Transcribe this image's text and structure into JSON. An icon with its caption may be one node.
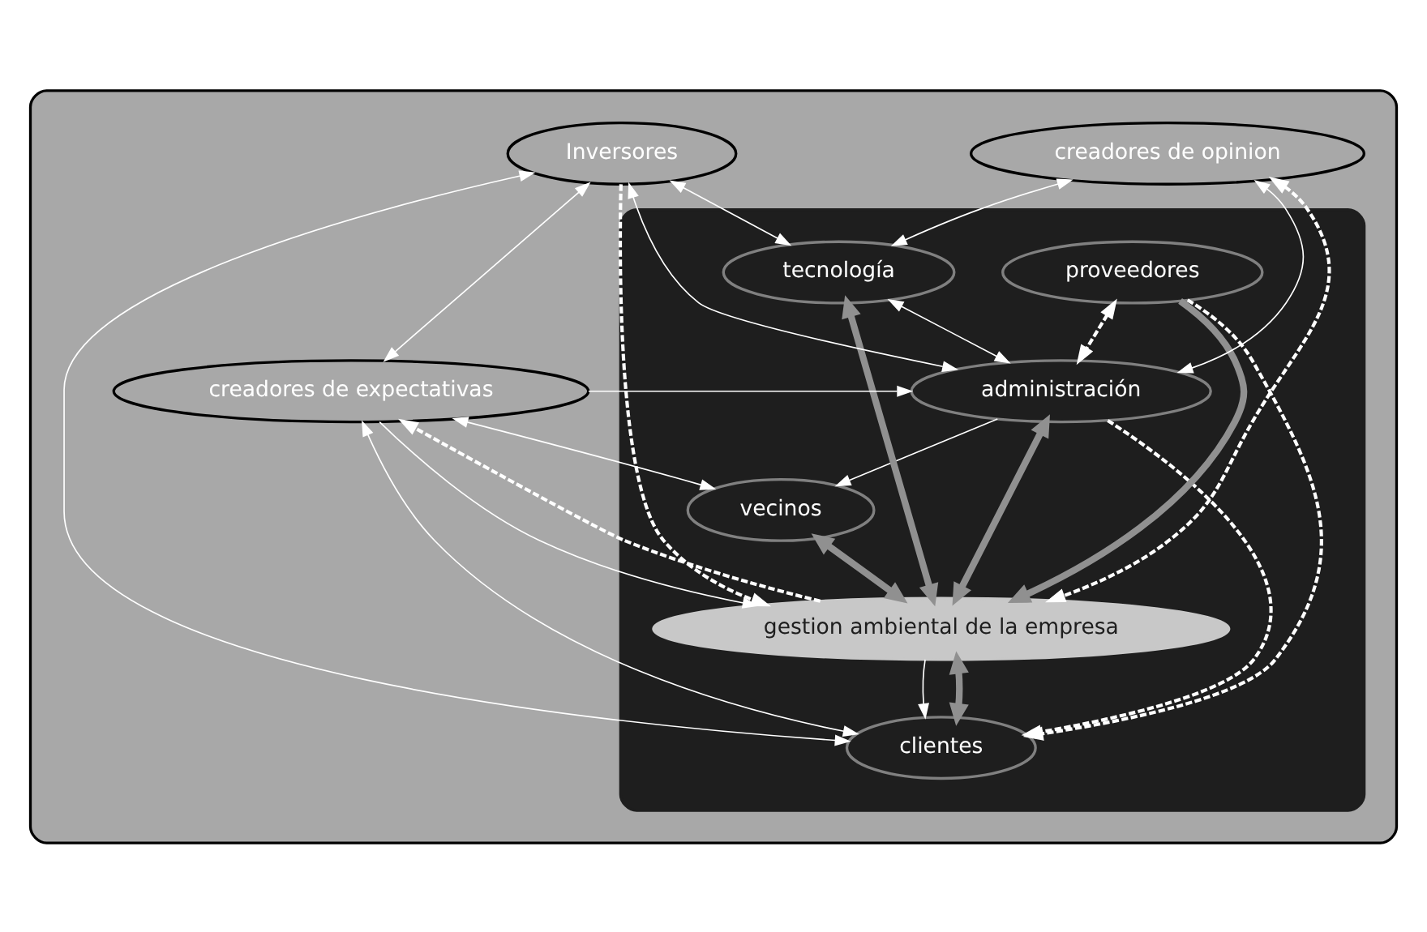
{
  "diagram": {
    "nodes": [
      {
        "text": [],
        "shape": "ellipse"
      },
      {
        "text": [],
        "shape": "ellipse",
        "in": 0
      },
      {
        "text": [
          "creadores de expectativas"
        ],
        "in": 0
      },
      {
        "text": [
          "Inversores"
        ],
        "in": 0
      },
      {
        "text": [
          "administración"
        ],
        "in": 1
      },
      {
        "text": [
          "gestion ambiental de la empresa"
        ],
        "in": 1
      },
      {
        "text": [
          "proveedores"
        ],
        "in": 1
      },
      {
        "text": [
          "clientes"
        ],
        "in": 1
      },
      {
        "text": [
          "tecnología"
        ],
        "in": 1
      },
      {
        "text": [
          "vecinos"
        ],
        "in": 1
      },
      {
        "text": [
          "creadores de opinion"
        ],
        "in": 0
      }
    ],
    "edges": [
      {
        "from": 3,
        "to": 2,
        "arrow": "both"
      },
      {
        "from": 3,
        "to": 4,
        "arrow": "both"
      },
      {
        "from": 2,
        "to": 4,
        "arrow": "to"
      },
      {
        "from": 3,
        "to": 5,
        "arrow": "to",
        "style": "dashed"
      },
      {
        "from": 3,
        "to": 7,
        "arrow": "both"
      },
      {
        "from": 3,
        "to": 8,
        "arrow": "both"
      },
      {
        "from": 6,
        "to": 4,
        "arrow": "both",
        "style": "dashed"
      },
      {
        "from": 8,
        "to": 4,
        "arrow": "both"
      },
      {
        "from": 6,
        "to": 7,
        "arrow": "to",
        "style": "dashed"
      },
      {
        "from": 4,
        "to": 5,
        "arrow": "both",
        "style": "thick",
        "color": "#909090"
      },
      {
        "from": 6,
        "to": 5,
        "arrow": "to",
        "style": "thick",
        "color": "#909090"
      },
      {
        "from": 7,
        "to": 5,
        "arrow": "both",
        "style": "thick",
        "color": "#909090"
      },
      {
        "from": 8,
        "to": 5,
        "arrow": "both",
        "style": "thick",
        "color": "#909090"
      },
      {
        "from": 9,
        "to": 5,
        "arrow": "both",
        "style": "thick",
        "color": "#909090"
      },
      {
        "from": 2,
        "to": 7,
        "arrow": "both"
      },
      {
        "from": 2,
        "to": 9,
        "arrow": "both"
      },
      {
        "from": 2,
        "to": 5,
        "arrow": "to"
      },
      {
        "from": 4,
        "to": 7,
        "arrow": "to",
        "style": "dashed"
      },
      {
        "from": 5,
        "to": 2,
        "arrow": "to",
        "style": "dashed"
      },
      {
        "from": 10,
        "to": 5,
        "arrow": "both",
        "style": "dashed"
      },
      {
        "from": 10,
        "to": 8,
        "arrow": "both"
      },
      {
        "from": 10,
        "to": 4,
        "arrow": "both"
      },
      {
        "from": 5,
        "to": 7,
        "arrow": "to"
      },
      {
        "from": 4,
        "to": 9,
        "arrow": "to"
      }
    ]
  }
}
